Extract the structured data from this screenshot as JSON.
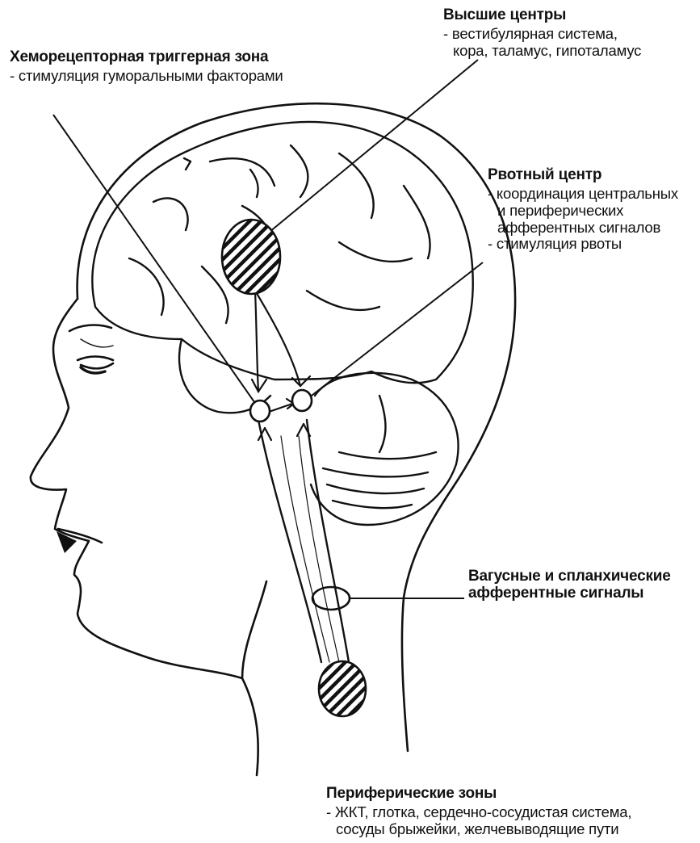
{
  "labels": {
    "higher_centers": {
      "title": "Высшие центры",
      "line1": "- вестибулярная система,",
      "line2": "кора, таламус, гипоталамус"
    },
    "chemoreceptor_zone": {
      "title": "Хеморецепторная триггерная зона",
      "line1": "- стимуляция гуморальными факторами"
    },
    "vomiting_center": {
      "title": "Рвотный центр",
      "line1": "- координация центральных",
      "line2": "и периферических",
      "line3": "афферентных сигналов",
      "line4": "- стимуляция рвоты"
    },
    "vagal_afferents": {
      "line1": "Вагусные и спланхические",
      "line2": "афферентные сигналы"
    },
    "peripheral_zones": {
      "title": "Периферические зоны",
      "line1": "- ЖКТ, глотка, сердечно-сосудистая система,",
      "line2": "сосуды брыжейки, желчевыводящие пути"
    }
  },
  "colors": {
    "ink": "#111111",
    "background": "#ffffff"
  }
}
